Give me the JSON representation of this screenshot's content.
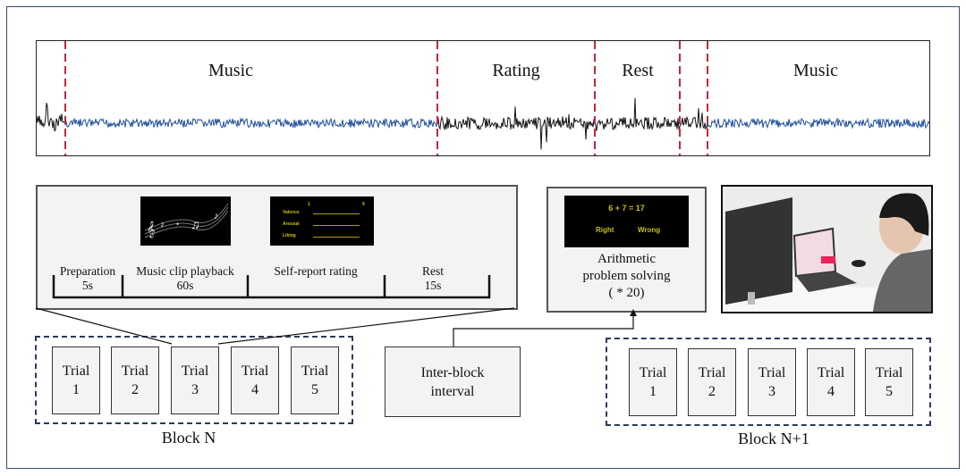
{
  "signal": {
    "segments": [
      "Music",
      "Rating",
      "Rest",
      "Music"
    ],
    "colors": {
      "music": "#1f4e9a",
      "other": "#111111",
      "marker": "#c0283c"
    }
  },
  "trial_panel": {
    "phases": [
      {
        "name": "Preparation",
        "duration": "5s"
      },
      {
        "name": "Music clip playback",
        "duration": "60s"
      },
      {
        "name": "Self-report rating",
        "duration": ""
      },
      {
        "name": "Rest",
        "duration": "15s"
      }
    ],
    "rating_screen": {
      "scale_min": "1",
      "scale_max": "9",
      "items": [
        "Valence",
        "Arousal",
        "Liking"
      ]
    }
  },
  "arithmetic": {
    "equation": "6 + 7 = 17",
    "options": [
      "Right",
      "Wrong"
    ],
    "label_line1": "Arithmetic",
    "label_line2": "problem solving",
    "label_line3": "( * 20)"
  },
  "block_n": {
    "label": "Block N",
    "trials": [
      [
        "Trial",
        "1"
      ],
      [
        "Trial",
        "2"
      ],
      [
        "Trial",
        "3"
      ],
      [
        "Trial",
        "4"
      ],
      [
        "Trial",
        "5"
      ]
    ]
  },
  "interval": {
    "line1": "Inter-block",
    "line2": "interval"
  },
  "block_n1": {
    "label": "Block N+1",
    "trials": [
      [
        "Trial",
        "1"
      ],
      [
        "Trial",
        "2"
      ],
      [
        "Trial",
        "3"
      ],
      [
        "Trial",
        "4"
      ],
      [
        "Trial",
        "5"
      ]
    ]
  }
}
